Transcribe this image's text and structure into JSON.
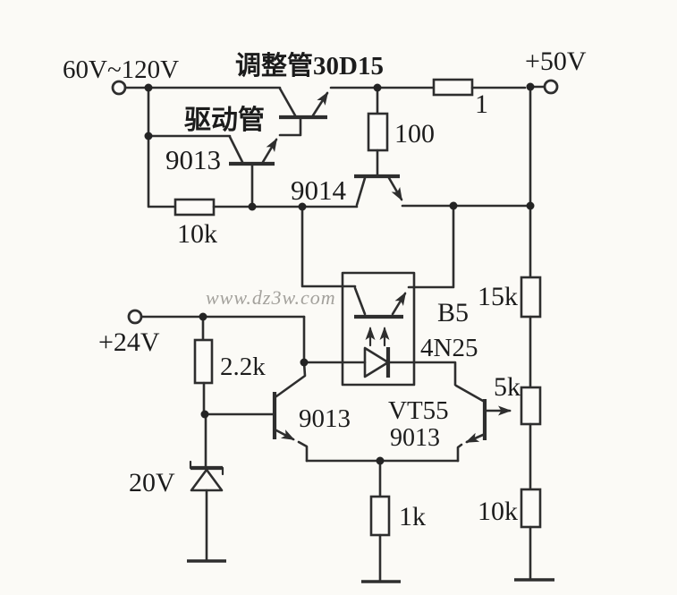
{
  "colors": {
    "background": "#fbfaf6",
    "line": "#2e2e2e",
    "text": "#1c1c1c",
    "watermark": "#a3a19c"
  },
  "schematic": {
    "input": {
      "voltage": "60V~120V"
    },
    "output": {
      "voltage": "+50V"
    },
    "aux": {
      "voltage": "+24V"
    },
    "pass": {
      "title": "调整管30D15"
    },
    "driver": {
      "title": "驱动管",
      "model": "9013"
    },
    "protection": {
      "model": "9014"
    },
    "opto": {
      "designator": "B5",
      "model": "4N25"
    },
    "pair": {
      "designator": "VT55",
      "left_model": "9013",
      "right_model": "9013"
    },
    "zener": {
      "value": "20V"
    },
    "resistors": {
      "base_feed": "10k",
      "sense_base": "100",
      "current_sense": "1",
      "divider_top": "15k",
      "led_bias": "2.2k",
      "pot": "5k",
      "tail": "1k",
      "divider_bottom": "10k"
    },
    "watermark": "www.dz3w.com"
  }
}
